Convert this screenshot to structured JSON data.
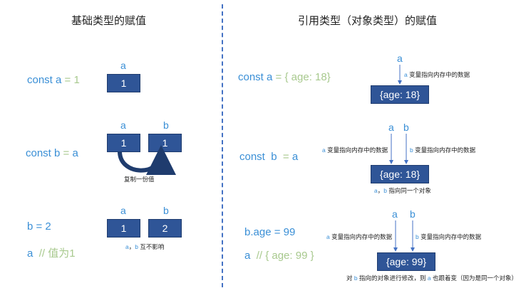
{
  "left": {
    "title": "基础类型的赋值",
    "s1": {
      "kw": "const",
      "var": "a",
      "eq": "=",
      "val": "1",
      "box_label": "a",
      "box_value": "1"
    },
    "s2": {
      "kw": "const",
      "var": "b",
      "eq": "=",
      "rhs": "a",
      "label_a": "a",
      "label_b": "b",
      "box_a": "1",
      "box_b": "1",
      "copy_note": "复制一份值"
    },
    "s3": {
      "line1": "b = 2",
      "line2_var": "a",
      "line2_comment": "// 值为1",
      "label_a": "a",
      "label_b": "b",
      "box_a": "1",
      "box_b": "2",
      "note_a": "a",
      "note_sep": "，",
      "note_b": "b",
      "note_rest": " 互不影响"
    }
  },
  "right": {
    "title": "引用类型（对象类型）的赋值",
    "s1": {
      "kw": "const",
      "var": "a",
      "eq": "=",
      "obj": "{ age:   18}",
      "label_a": "a",
      "pointer_var": "a",
      "pointer_text": " 变量指向内存中的数据",
      "box": "{age: 18}"
    },
    "s2": {
      "kw": "const",
      "var": "b",
      "eq": "=",
      "rhs": "a",
      "label_a": "a",
      "label_b": "b",
      "pointer_a_var": "a",
      "pointer_a_text": " 变量指向内存中的数据",
      "pointer_b_var": "b",
      "pointer_b_text": " 变量指向内存中的数据",
      "box": "{age: 18}",
      "same_a": "a",
      "same_sep": "，",
      "same_b": "b",
      "same_rest": " 指向同一个对象"
    },
    "s3": {
      "line1": "b.age = 99",
      "line2_var": "a",
      "line2_comment": "// { age:    99 }",
      "label_a": "a",
      "label_b": "b",
      "pointer_a_var": "a",
      "pointer_a_text": " 变量指向内存中的数据",
      "pointer_b_var": "b",
      "pointer_b_text": " 变量指向内存中的数据",
      "box": "{age: 99}",
      "bottom_pre": "对 ",
      "bottom_b": "b",
      "bottom_mid": " 指向的对象进行修改，则 ",
      "bottom_a": "a",
      "bottom_post": " 也跟着变（因为是同一个对象）"
    }
  },
  "colors": {
    "box": "#2f5597",
    "accent": "#3a8fd6",
    "operator": "#a8c98e",
    "divider": "#4472c4"
  }
}
